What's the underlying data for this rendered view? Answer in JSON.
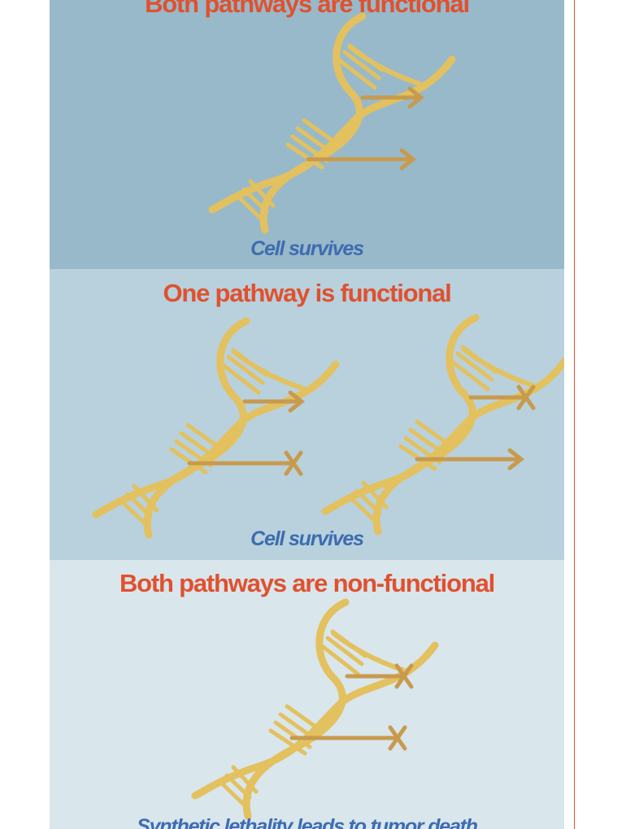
{
  "panels": [
    {
      "heading": "Both pathways are functional",
      "caption": "Cell survives",
      "dna_count": 1,
      "pathways": [
        [
          "functional",
          "functional"
        ]
      ]
    },
    {
      "heading": "One pathway is functional",
      "caption": "Cell survives",
      "dna_count": 2,
      "pathways": [
        [
          "functional",
          "blocked"
        ],
        [
          "blocked",
          "functional"
        ]
      ]
    },
    {
      "heading": "Both pathways are non-functional",
      "caption": "Synthetic lethality leads to tumor death",
      "dna_count": 1,
      "pathways": [
        [
          "blocked",
          "blocked"
        ]
      ]
    }
  ],
  "colors": {
    "heading": "#e0512f",
    "caption": "#3e6cb0",
    "panel_1_bg": "#98b9c9",
    "panel_2_bg": "#b8d1dc",
    "panel_3_bg": "#d9e6ec",
    "dna": "#e3c15f",
    "arrow": "#c89a4e",
    "frame": "#e0512f"
  },
  "icons": [
    "dna-helix-icon",
    "pathway-arrow-icon",
    "blocked-pathway-x-icon"
  ]
}
